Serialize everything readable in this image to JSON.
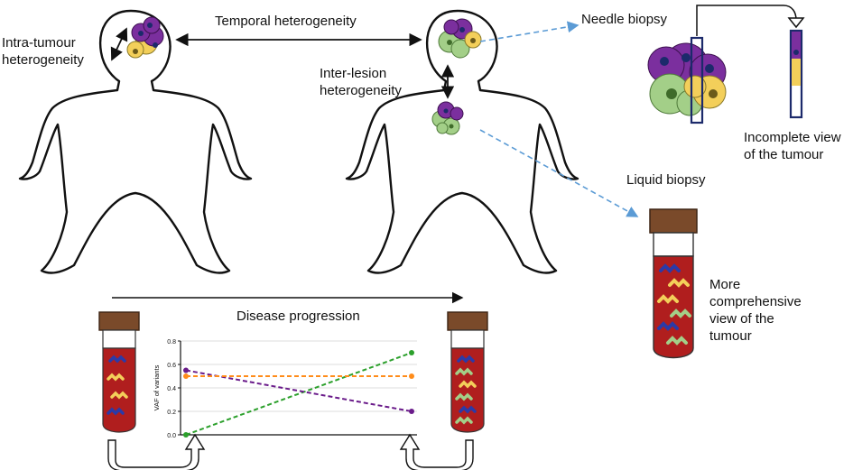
{
  "labels": {
    "intra_tumour_1": "Intra-tumour",
    "intra_tumour_2": "heterogeneity",
    "temporal": "Temporal heterogeneity",
    "inter_lesion_1": "Inter-lesion",
    "inter_lesion_2": "heterogeneity",
    "needle_biopsy": "Needle biopsy",
    "incomplete_1": "Incomplete view",
    "incomplete_2": "of the tumour",
    "liquid_biopsy": "Liquid biopsy",
    "more_1": "More",
    "more_2": "comprehensive",
    "more_3": "view of the",
    "more_4": "tumour",
    "disease_progression": "Disease progression"
  },
  "colors": {
    "purple_cell": "#7b2f9e",
    "yellow_cell": "#f3cf5a",
    "green_cell": "#a3cf88",
    "tube_blood": "#b01e1e",
    "tube_cap": "#7a4a2a",
    "dashed_arrow": "#5b9bd5",
    "series_green": "#2ca02c",
    "series_purple": "#6a1b8a",
    "series_orange": "#ff8c1a"
  },
  "chart_data": {
    "type": "line",
    "ylabel": "VAF of variants",
    "xlabel": "",
    "x": [
      0,
      1
    ],
    "ylim": [
      0.0,
      0.8
    ],
    "yticks": [
      "0.0",
      "0.2",
      "0.4",
      "0.6",
      "0.8"
    ],
    "grid": true,
    "legend": "none",
    "series": [
      {
        "values": [
          0.0,
          0.7
        ],
        "color": "#2ca02c"
      },
      {
        "values": [
          0.55,
          0.2
        ],
        "color": "#6a1b8a"
      },
      {
        "values": [
          0.5,
          0.5
        ],
        "color": "#ff8c1a"
      }
    ]
  }
}
